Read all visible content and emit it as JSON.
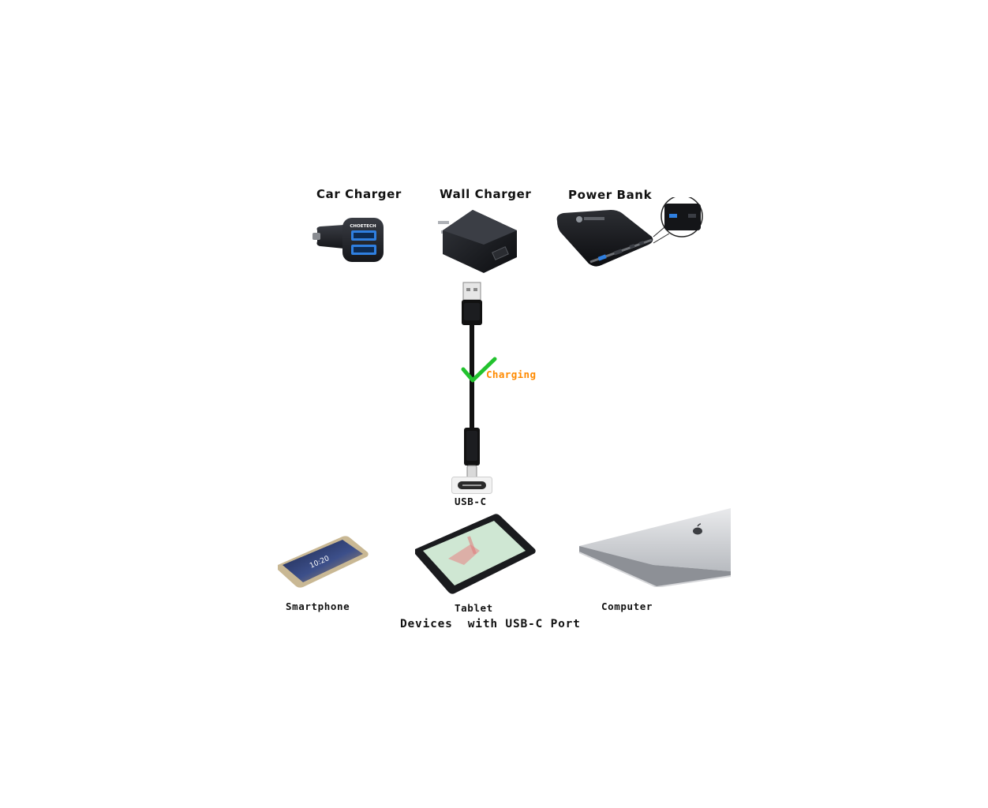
{
  "sources": {
    "car_charger": {
      "label": "Car Charger",
      "brand": "CHOETECH"
    },
    "wall_charger": {
      "label": "Wall Charger"
    },
    "power_bank": {
      "label": "Power Bank"
    }
  },
  "cable": {
    "status_label": "Charging",
    "port_label": "USB-C"
  },
  "devices": {
    "smartphone": {
      "label": "Smartphone",
      "screen_time": "10:20"
    },
    "tablet": {
      "label": "Tablet"
    },
    "computer": {
      "label": "Computer"
    }
  },
  "footer": {
    "caption": "Devices  with USB-C Port"
  },
  "colors": {
    "check": "#22c22e",
    "charging_text": "#ff8a00",
    "usb_port_blue": "#2f7fe0"
  },
  "icons": {
    "check": "check-icon",
    "usb_a_plug": "usb-a-plug-icon",
    "usb_c_plug": "usb-c-plug-icon",
    "usb_c_port": "usb-c-port-icon"
  }
}
